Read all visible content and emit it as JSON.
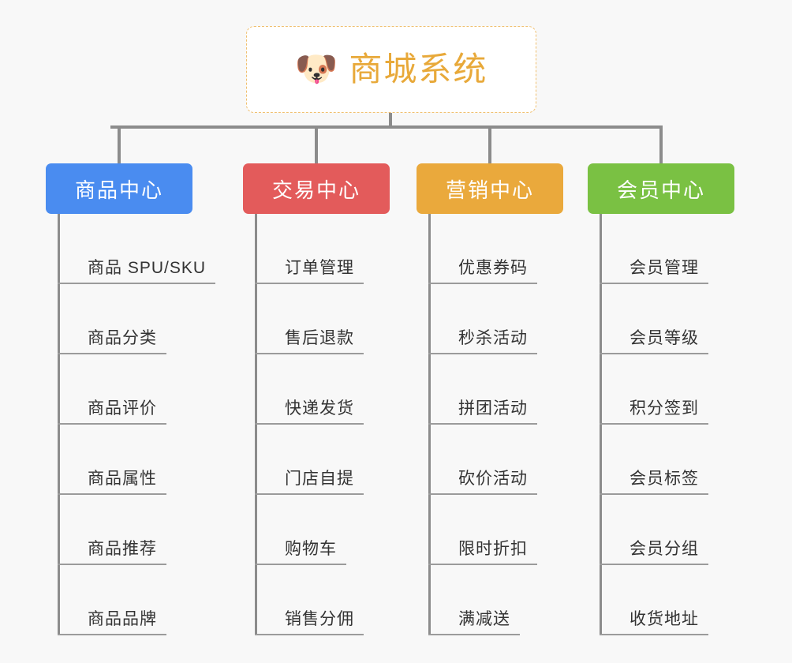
{
  "page": {
    "background": "#f8f8f8",
    "line_color": "#8c8c8c"
  },
  "root": {
    "icon": "dog-face-emoji",
    "emoji": "🐶",
    "title": "商城系统",
    "title_color": "#e8a93a",
    "border_color": "#f0c070",
    "background": "#ffffff"
  },
  "categories": [
    {
      "label": "商品中心",
      "color": "#4a8cf0",
      "items": [
        "商品 SPU/SKU",
        "商品分类",
        "商品评价",
        "商品属性",
        "商品推荐",
        "商品品牌"
      ]
    },
    {
      "label": "交易中心",
      "color": "#e35b5b",
      "items": [
        "订单管理",
        "售后退款",
        "快递发货",
        "门店自提",
        "购物车",
        "销售分佣"
      ]
    },
    {
      "label": "营销中心",
      "color": "#eaa93c",
      "items": [
        "优惠券码",
        "秒杀活动",
        "拼团活动",
        "砍价活动",
        "限时折扣",
        "满减送"
      ]
    },
    {
      "label": "会员中心",
      "color": "#7ac143",
      "items": [
        "会员管理",
        "会员等级",
        "积分签到",
        "会员标签",
        "会员分组",
        "收货地址"
      ]
    }
  ]
}
